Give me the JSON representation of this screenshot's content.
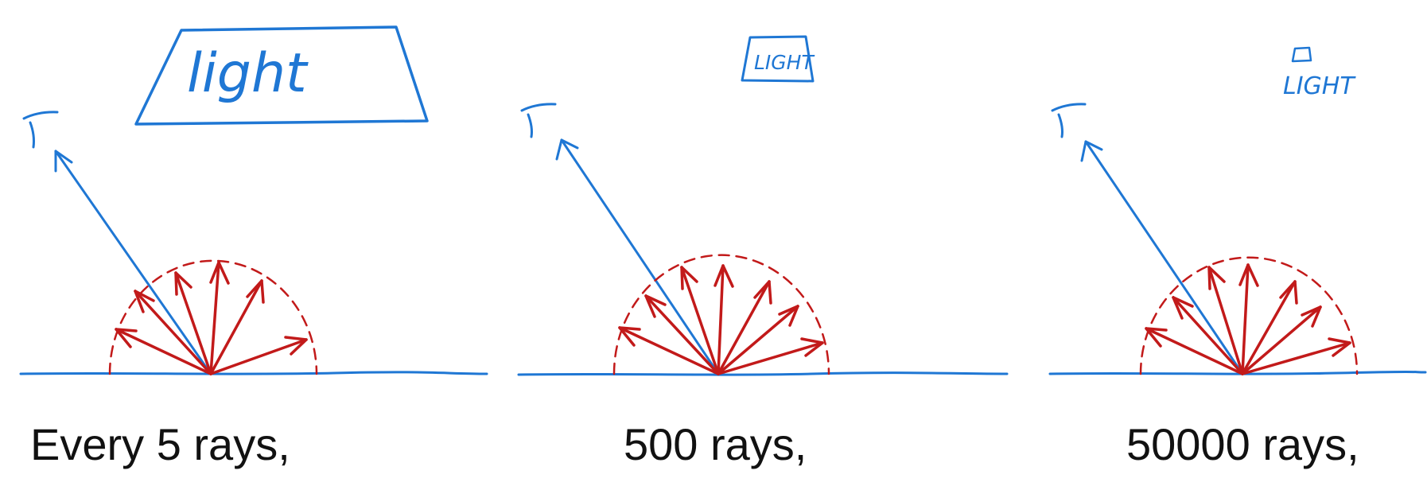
{
  "panels": [
    {
      "light_label": "light",
      "caption": "Every 5 rays,"
    },
    {
      "light_label": "LIGHT",
      "caption": "500 rays,"
    },
    {
      "light_label": "LIGHT",
      "caption": "50000 rays,"
    }
  ],
  "colors": {
    "ink_blue": "#1f77d4",
    "ink_red": "#c21a1a",
    "caption": "#111111"
  },
  "icons": [
    "eye-icon",
    "light-source-icon",
    "bounce-ray-arrows"
  ]
}
